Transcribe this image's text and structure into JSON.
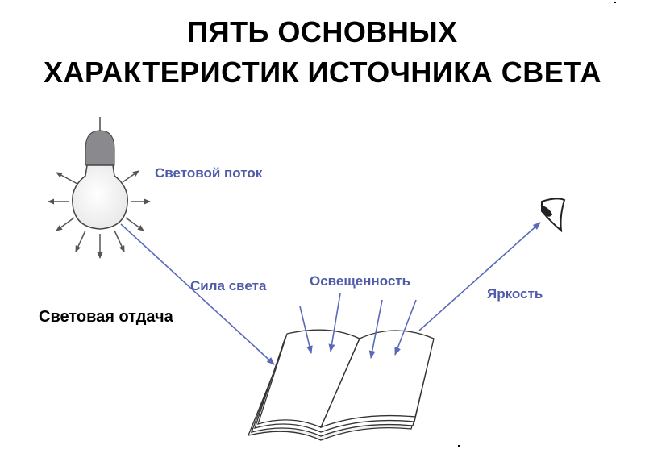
{
  "title": {
    "line1": "ПЯТЬ ОСНОВНЫХ",
    "line2": "ХАРАКТЕРИСТИК ИСТОЧНИКА СВЕТА"
  },
  "labels": {
    "luminous_flux": "Световой поток",
    "luminous_intensity": "Сила света",
    "illuminance": "Освещенность",
    "luminance": "Яркость",
    "luminous_efficacy": "Световая отдача"
  },
  "icons": [
    "light-bulb-icon",
    "book-icon",
    "eye-icon"
  ],
  "colors": {
    "label": "#4f5aa8",
    "arrow": "#5a6ab8",
    "text": "#000000",
    "bulb_cap": "#8a8a8e"
  }
}
